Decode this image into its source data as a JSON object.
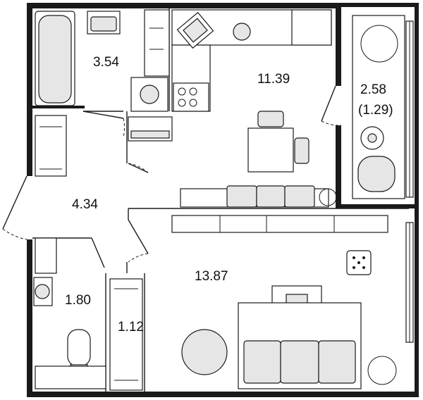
{
  "rooms": [
    {
      "id": "bathroom",
      "area": "3.54"
    },
    {
      "id": "kitchen",
      "area": "11.39"
    },
    {
      "id": "balcony",
      "area": "2.58",
      "area_reduced": "(1.29)"
    },
    {
      "id": "hallway",
      "area": "4.34"
    },
    {
      "id": "wc",
      "area": "1.80"
    },
    {
      "id": "closet",
      "area": "1.12"
    },
    {
      "id": "living-room",
      "area": "13.87"
    }
  ],
  "colors": {
    "wall": "#1a1a1a",
    "furniture_fill": "#e6e6e6",
    "background": "#ffffff"
  }
}
